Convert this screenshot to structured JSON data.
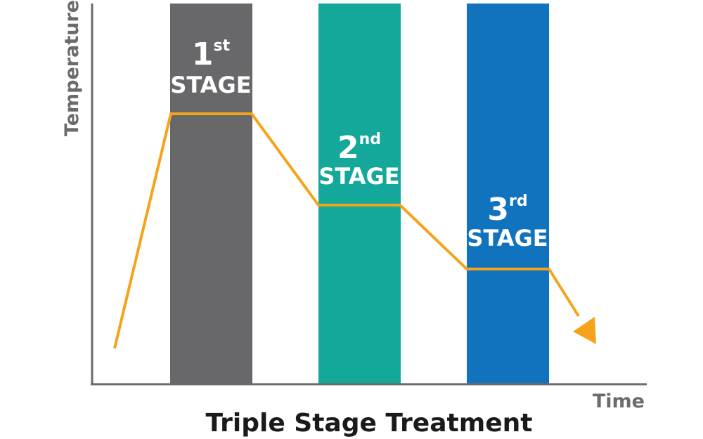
{
  "title": "Triple Stage Treatment",
  "axes": {
    "y_label": "Temperature",
    "x_label": "Time"
  },
  "stages": [
    {
      "number": "1",
      "suffix": "st",
      "word": "STAGE",
      "color": "#68686b"
    },
    {
      "number": "2",
      "suffix": "nd",
      "word": "STAGE",
      "color": "#14a89b"
    },
    {
      "number": "3",
      "suffix": "rd",
      "word": "STAGE",
      "color": "#1173bd"
    }
  ],
  "colors": {
    "curve": "#f5a31a",
    "axis": "#6b6b6b"
  }
}
